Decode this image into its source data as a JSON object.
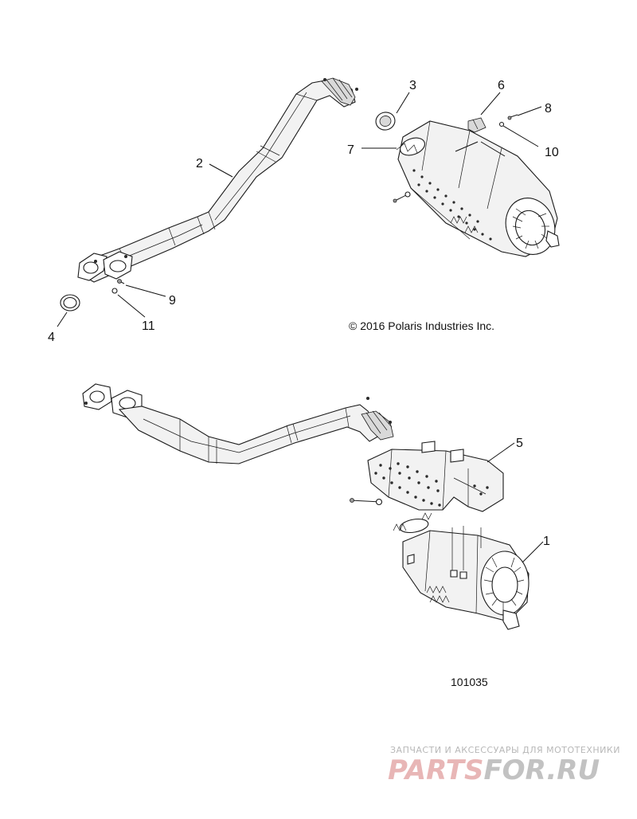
{
  "callouts": {
    "c1": "1",
    "c2": "2",
    "c3": "3",
    "c4": "4",
    "c5": "5",
    "c6": "6",
    "c7": "7",
    "c8": "8",
    "c9": "9",
    "c10": "10",
    "c11": "11"
  },
  "copyright": "© 2016 Polaris Industries Inc.",
  "part_number": "101035",
  "watermark": {
    "tagline": "ЗАПЧАСТИ И АКСЕССУАРЫ ДЛЯ МОТОТЕХНИКИ",
    "brand_a": "PARTS",
    "brand_b": "FOR.RU",
    "brand_a_color": "#e8b6b6",
    "brand_b_color": "#c2c2c2"
  }
}
